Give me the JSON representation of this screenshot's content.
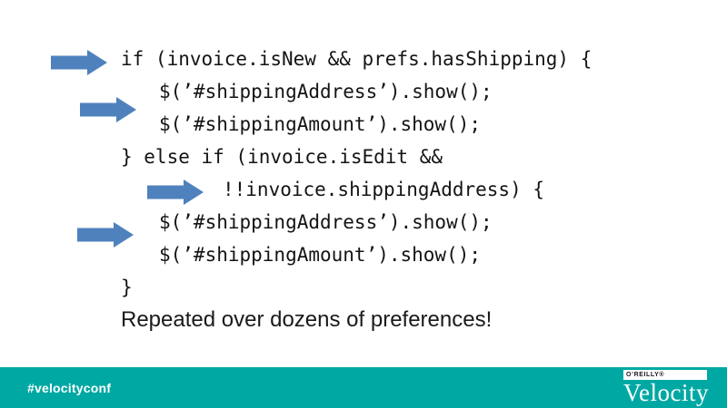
{
  "slide": {
    "code": {
      "lines": [
        {
          "text": "if (invoice.isNew && prefs.hasShipping) {"
        },
        {
          "text": "$(’#shippingAddress’).show();"
        },
        {
          "text": "$(’#shippingAmount’).show();"
        },
        {
          "text": "} else if (invoice.isEdit &&"
        },
        {
          "text": "!!invoice.shippingAddress) {"
        },
        {
          "text": "$(’#shippingAddress’).show();"
        },
        {
          "text": "$(’#shippingAmount’).show();"
        },
        {
          "text": "}"
        }
      ]
    },
    "caption": "Repeated over dozens of preferences!",
    "arrows": {
      "count": 4,
      "color": "#4f81bd"
    }
  },
  "footer": {
    "hashtag": "#velocityconf",
    "background_color": "#00a8a4",
    "logo": {
      "brand": "O’REILLY®",
      "product": "Velocity"
    }
  }
}
